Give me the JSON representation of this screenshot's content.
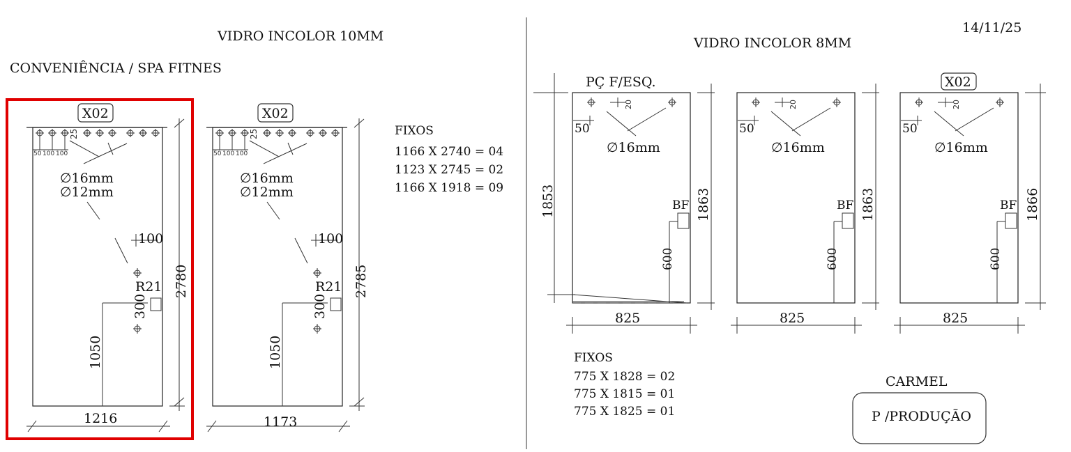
{
  "date": "14/11/25",
  "left": {
    "title": "VIDRO INCOLOR  10MM",
    "subtitle": "CONVENIÊNCIA / SPA FITNES",
    "panels": [
      {
        "tag": "X02",
        "hole_label_16": "∅16mm",
        "hole_label_12": "∅12mm",
        "spacing_small": [
          "50",
          "100",
          "100"
        ],
        "edge_25": "25",
        "dim_100": "100",
        "radius": "R21",
        "dim_300": "300",
        "dim_1050": "1050",
        "height": "2780",
        "width": "1216",
        "highlighted": true
      },
      {
        "tag": "X02",
        "hole_label_16": "∅16mm",
        "hole_label_12": "∅12mm",
        "spacing_small": [
          "50",
          "100",
          "100"
        ],
        "edge_25": "25",
        "dim_100": "100",
        "radius": "R21",
        "dim_300": "300",
        "dim_1050": "1050",
        "height": "2785",
        "width": "1173",
        "highlighted": false
      }
    ],
    "fixos": {
      "title": "FIXOS",
      "items": [
        "1166 X 2740 = 04",
        "1123 X 2745 = 02",
        "1166 X 1918 = 09"
      ]
    }
  },
  "right": {
    "title": "VIDRO INCOLOR 8MM",
    "panels": [
      {
        "label": "PÇ F/ESQ.",
        "dim_50": "50",
        "dim_20": "20",
        "hole_label": "∅16mm",
        "bf": "BF",
        "dim_600": "600",
        "height_left": "1853",
        "height_right": "1863",
        "width": "825"
      },
      {
        "label": "",
        "dim_50": "50",
        "dim_20": "20",
        "hole_label": "∅16mm",
        "bf": "BF",
        "dim_600": "600",
        "height_right": "1863",
        "width": "825"
      },
      {
        "label": "X02",
        "dim_50": "50",
        "dim_20": "20",
        "hole_label": "∅16mm",
        "bf": "BF",
        "dim_600": "600",
        "height_right": "1866",
        "width": "825"
      }
    ],
    "fixos": {
      "title": "FIXOS",
      "items": [
        "775 X 1828 = 02",
        "775 X 1815 = 01",
        "775 X 1825 = 01"
      ]
    },
    "client": "CARMEL",
    "stamp": "P /PRODUÇÃO"
  },
  "colors": {
    "highlight": "#e00000",
    "ink": "#222222"
  }
}
